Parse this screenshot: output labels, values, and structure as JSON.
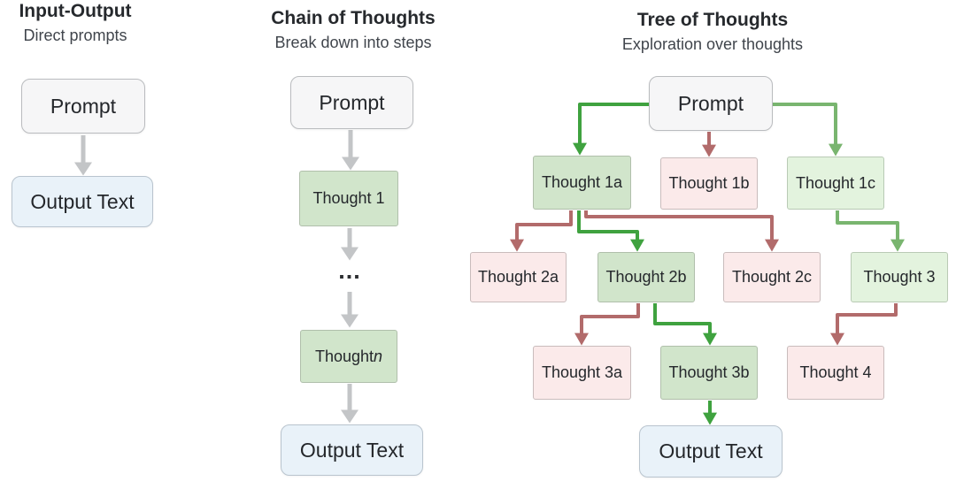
{
  "panels": {
    "io": {
      "title": "Input-Output",
      "subtitle": "Direct prompts",
      "nodes": {
        "prompt": "Prompt",
        "output": "Output Text"
      }
    },
    "cot": {
      "title": "Chain of Thoughts",
      "subtitle": "Break down into steps",
      "nodes": {
        "prompt": "Prompt",
        "t1": "Thought 1",
        "ellipsis": "...",
        "tn_prefix": "Thought ",
        "tn_var": "n",
        "output": "Output Text"
      }
    },
    "tot": {
      "title": "Tree of Thoughts",
      "subtitle": "Exploration over thoughts",
      "nodes": {
        "prompt": "Prompt",
        "t1a": "Thought 1a",
        "t1b": "Thought 1b",
        "t1c": "Thought 1c",
        "t2a": "Thought 2a",
        "t2b": "Thought 2b",
        "t2c": "Thought 2c",
        "t3": "Thought 3",
        "t3a": "Thought 3a",
        "t3b": "Thought 3b",
        "t4": "Thought 4",
        "output": "Output Text"
      }
    }
  },
  "edges": {
    "io": [
      {
        "from": "prompt",
        "to": "output",
        "status": "neutral"
      }
    ],
    "cot": [
      {
        "from": "prompt",
        "to": "t1",
        "status": "neutral"
      },
      {
        "from": "t1",
        "to": "ellipsis",
        "status": "neutral"
      },
      {
        "from": "ellipsis",
        "to": "tn",
        "status": "neutral"
      },
      {
        "from": "tn",
        "to": "output",
        "status": "neutral"
      }
    ],
    "tot": [
      {
        "from": "prompt",
        "to": "t1a",
        "status": "chosen"
      },
      {
        "from": "prompt",
        "to": "t1b",
        "status": "rejected"
      },
      {
        "from": "prompt",
        "to": "t1c",
        "status": "explored"
      },
      {
        "from": "t1a",
        "to": "t2a",
        "status": "rejected"
      },
      {
        "from": "t1a",
        "to": "t2b",
        "status": "chosen"
      },
      {
        "from": "t1a",
        "to": "t2c",
        "status": "rejected"
      },
      {
        "from": "t1c",
        "to": "t3",
        "status": "explored"
      },
      {
        "from": "t2b",
        "to": "t3a",
        "status": "rejected"
      },
      {
        "from": "t2b",
        "to": "t3b",
        "status": "chosen"
      },
      {
        "from": "t3",
        "to": "t4",
        "status": "rejected"
      },
      {
        "from": "t3b",
        "to": "output",
        "status": "chosen"
      }
    ]
  },
  "colors": {
    "arrow_neutral_gray": "#c3c5c7",
    "arrow_chosen_green": "#3fa23f",
    "arrow_explored_green": "#79b56f",
    "arrow_rejected_red": "#b26b6b",
    "prompt_fill": "#f6f6f7",
    "output_fill": "#e9f2f9",
    "chosen_thought_fill": "#d1e5cb",
    "explored_thought_fill": "#e3f3de",
    "rejected_thought_fill": "#fbeaea"
  }
}
